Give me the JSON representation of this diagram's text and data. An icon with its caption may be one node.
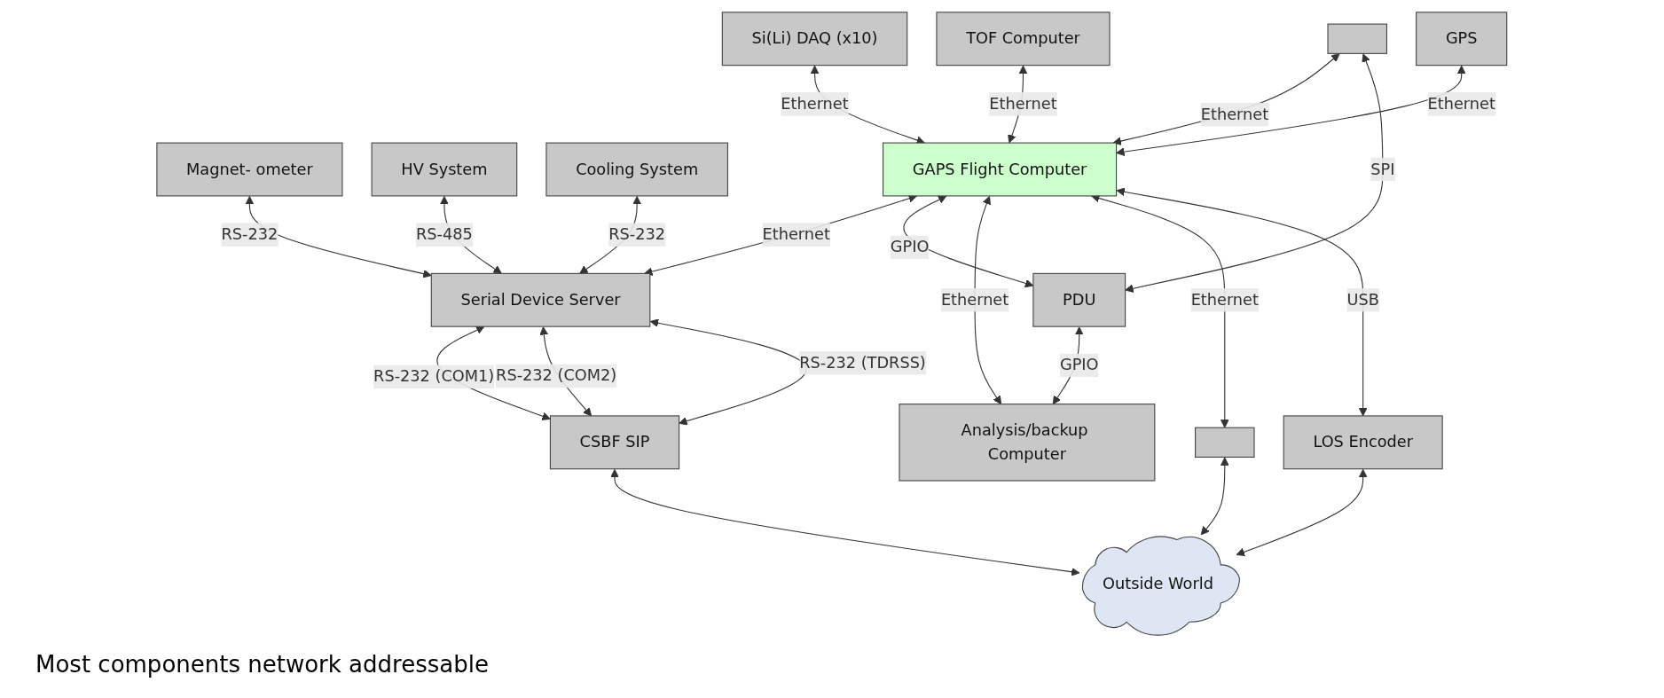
{
  "diagram": {
    "nodes": [
      {
        "text": [
          "Si(Li) DAQ (x10)"
        ]
      },
      {
        "text": [
          "TOF Computer"
        ]
      },
      {
        "text": [
          "GPS"
        ]
      },
      {
        "text": [
          "Magnet- ometer"
        ]
      },
      {
        "text": [
          "HV System"
        ]
      },
      {
        "text": [
          "Cooling System"
        ]
      },
      {
        "text": [],
        "shape": "box"
      },
      {
        "text": [
          "GAPS Flight Computer"
        ]
      },
      {
        "text": [
          "Serial Device Server"
        ]
      },
      {
        "text": [
          "PDU"
        ]
      },
      {
        "text": [
          "Analysis/backup Computer"
        ]
      },
      {
        "text": [],
        "shape": "box"
      },
      {
        "text": [
          "LOS Encoder"
        ]
      },
      {
        "text": [
          "CSBF SIP"
        ]
      },
      {
        "text": [
          "Outside World"
        ]
      }
    ],
    "edges": [
      {
        "from": 0,
        "to": 7,
        "arrow": "both",
        "label": "Ethernet"
      },
      {
        "from": 1,
        "to": 7,
        "arrow": "both",
        "label": "Ethernet"
      },
      {
        "from": 2,
        "to": 7,
        "arrow": "both",
        "label": "Ethernet"
      },
      {
        "from": 3,
        "to": 8,
        "arrow": "both",
        "label": "RS-232"
      },
      {
        "from": 4,
        "to": 8,
        "arrow": "both",
        "label": "RS-485"
      },
      {
        "from": 5,
        "to": 8,
        "arrow": "both",
        "label": "RS-232"
      },
      {
        "from": 6,
        "to": 7,
        "arrow": "both",
        "label": "Ethernet"
      },
      {
        "from": 7,
        "to": 8,
        "arrow": "both",
        "label": "Ethernet"
      },
      {
        "from": 6,
        "to": 9,
        "arrow": "both",
        "label": "SPI"
      },
      {
        "from": 7,
        "to": 9,
        "arrow": "both",
        "label": "GPIO"
      },
      {
        "from": 9,
        "to": 10,
        "arrow": "both",
        "label": "GPIO"
      },
      {
        "from": 7,
        "to": 10,
        "arrow": "both",
        "label": "Ethernet"
      },
      {
        "from": 7,
        "to": 11,
        "arrow": "both",
        "label": "Ethernet"
      },
      {
        "from": 7,
        "to": 12,
        "arrow": "both",
        "label": "USB"
      },
      {
        "from": 8,
        "to": 13,
        "arrow": "both",
        "label": "RS-232 (COM1)"
      },
      {
        "from": 8,
        "to": 13,
        "arrow": "both",
        "label": "RS-232 (COM2)"
      },
      {
        "from": 8,
        "to": 13,
        "arrow": "both",
        "label": "RS-232 (TDRSS)"
      },
      {
        "from": 11,
        "to": 14,
        "arrow": "both"
      },
      {
        "from": 12,
        "to": 14,
        "arrow": "both"
      },
      {
        "from": 13,
        "to": 14,
        "arrow": "both"
      }
    ],
    "labels": [
      "Most components network addressable"
    ]
  }
}
